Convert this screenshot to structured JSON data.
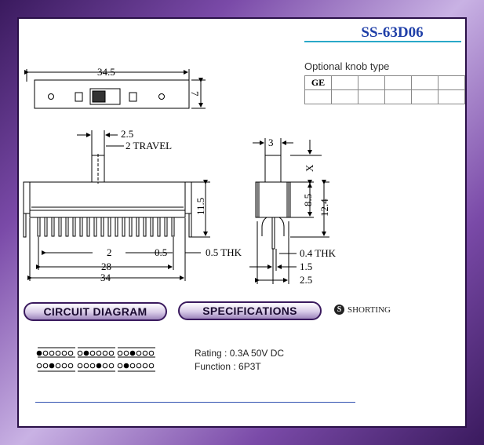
{
  "model": "SS-63D06",
  "knob": {
    "title": "Optional knob type",
    "label": "GE"
  },
  "dimensions": {
    "top_length": "34.5",
    "top_height": "7",
    "travel_pitch": "2.5",
    "travel": "2 TRAVEL",
    "front_height": "11.5",
    "pin_pitch": "2",
    "pin_width": "0.5",
    "pin_thk": "0.5 THK",
    "pin_span": "28",
    "body_length": "34",
    "side_width": "3",
    "side_x": "X",
    "side_body_h": "8.5",
    "side_total_h": "12.4",
    "side_pin_thk": "0.4 THK",
    "side_pin_pitch": "1.5",
    "side_span": "2.5"
  },
  "sections": {
    "circuit": "CIRCUIT DIAGRAM",
    "specs": "SPECIFICATIONS",
    "shorting_symbol": "S",
    "shorting": "SHORTING"
  },
  "specs": {
    "rating": "Rating : 0.3A 50V DC",
    "function": "Function : 6P3T"
  },
  "colors": {
    "model_text": "#1f3fa8",
    "model_line": "#2aa8c8",
    "frame": "#3a1a5e"
  }
}
